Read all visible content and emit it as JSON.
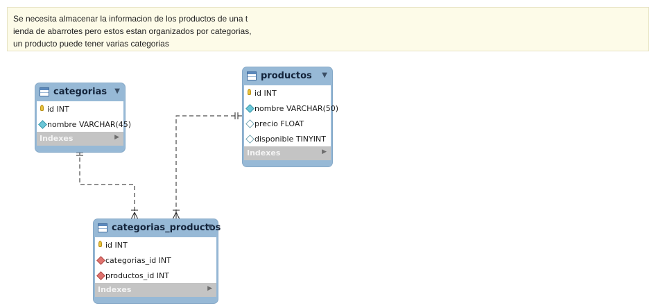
{
  "note": {
    "lines": [
      "Se necesita almacenar la informacion de los productos de una t",
      "ienda de abarrotes pero estos estan organizados por categorias,",
      "un producto puede tener varias categorias"
    ]
  },
  "tables": {
    "categorias": {
      "title": "categorias",
      "columns": [
        {
          "label": "id INT",
          "icon": "primary-key-icon"
        },
        {
          "label": "nombre VARCHAR(45)",
          "icon": "not-null-column-icon"
        }
      ],
      "indexes_label": "Indexes"
    },
    "productos": {
      "title": "productos",
      "columns": [
        {
          "label": "id INT",
          "icon": "primary-key-icon"
        },
        {
          "label": "nombre VARCHAR(50)",
          "icon": "not-null-column-icon"
        },
        {
          "label": "precio FLOAT",
          "icon": "nullable-column-icon"
        },
        {
          "label": "disponible TINYINT",
          "icon": "nullable-column-icon"
        }
      ],
      "indexes_label": "Indexes"
    },
    "categorias_productos": {
      "title": "categorias_productos",
      "columns": [
        {
          "label": "id INT",
          "icon": "primary-key-icon"
        },
        {
          "label": "categorias_id INT",
          "icon": "foreign-key-icon"
        },
        {
          "label": "productos_id INT",
          "icon": "foreign-key-icon"
        }
      ],
      "indexes_label": "Indexes"
    }
  },
  "relationships": [
    {
      "from": "categorias",
      "to": "categorias_productos",
      "from_end": "one-and-only-one",
      "to_end": "one-or-many",
      "line": "dashed"
    },
    {
      "from": "productos",
      "to": "categorias_productos",
      "from_end": "one-and-only-one",
      "to_end": "one-or-many",
      "line": "dashed"
    }
  ],
  "colors": {
    "table_header": "#97b9d6",
    "indexes_bar": "#c4c4c4",
    "note_background": "#fdfbe8"
  }
}
